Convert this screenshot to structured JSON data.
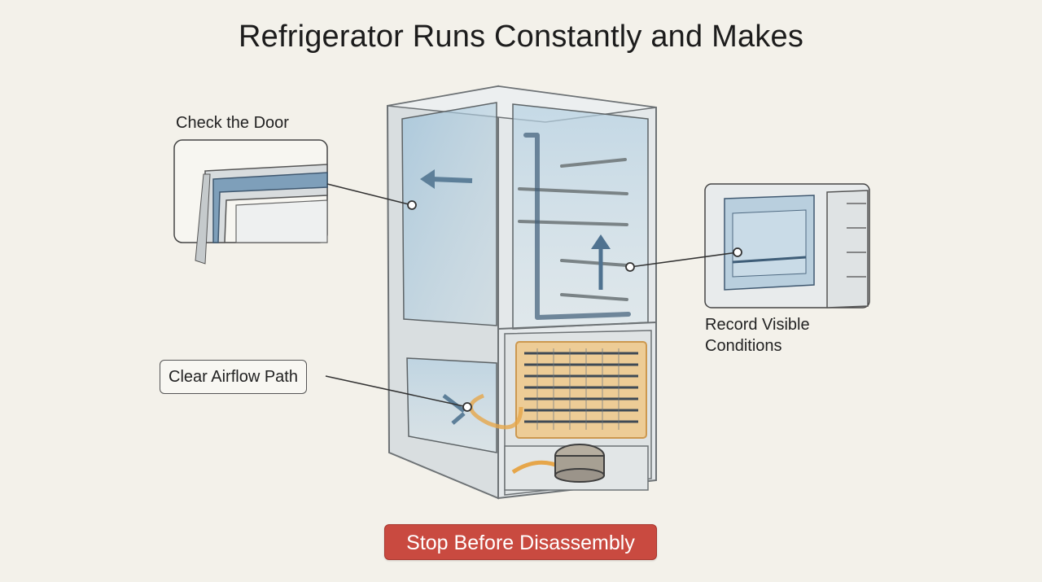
{
  "title": "Refrigerator Runs Constantly and Makes",
  "callouts": {
    "door": "Check the Door",
    "airflow": "Clear Airflow Path",
    "conditions_line1": "Record Visible",
    "conditions_line2": "Conditions"
  },
  "action_button": "Stop Before Disassembly",
  "colors": {
    "background": "#f3f1ea",
    "accent_red": "#c94a40",
    "coil_orange": "#e6a64a",
    "frost_blue": "#a9c8dc"
  }
}
